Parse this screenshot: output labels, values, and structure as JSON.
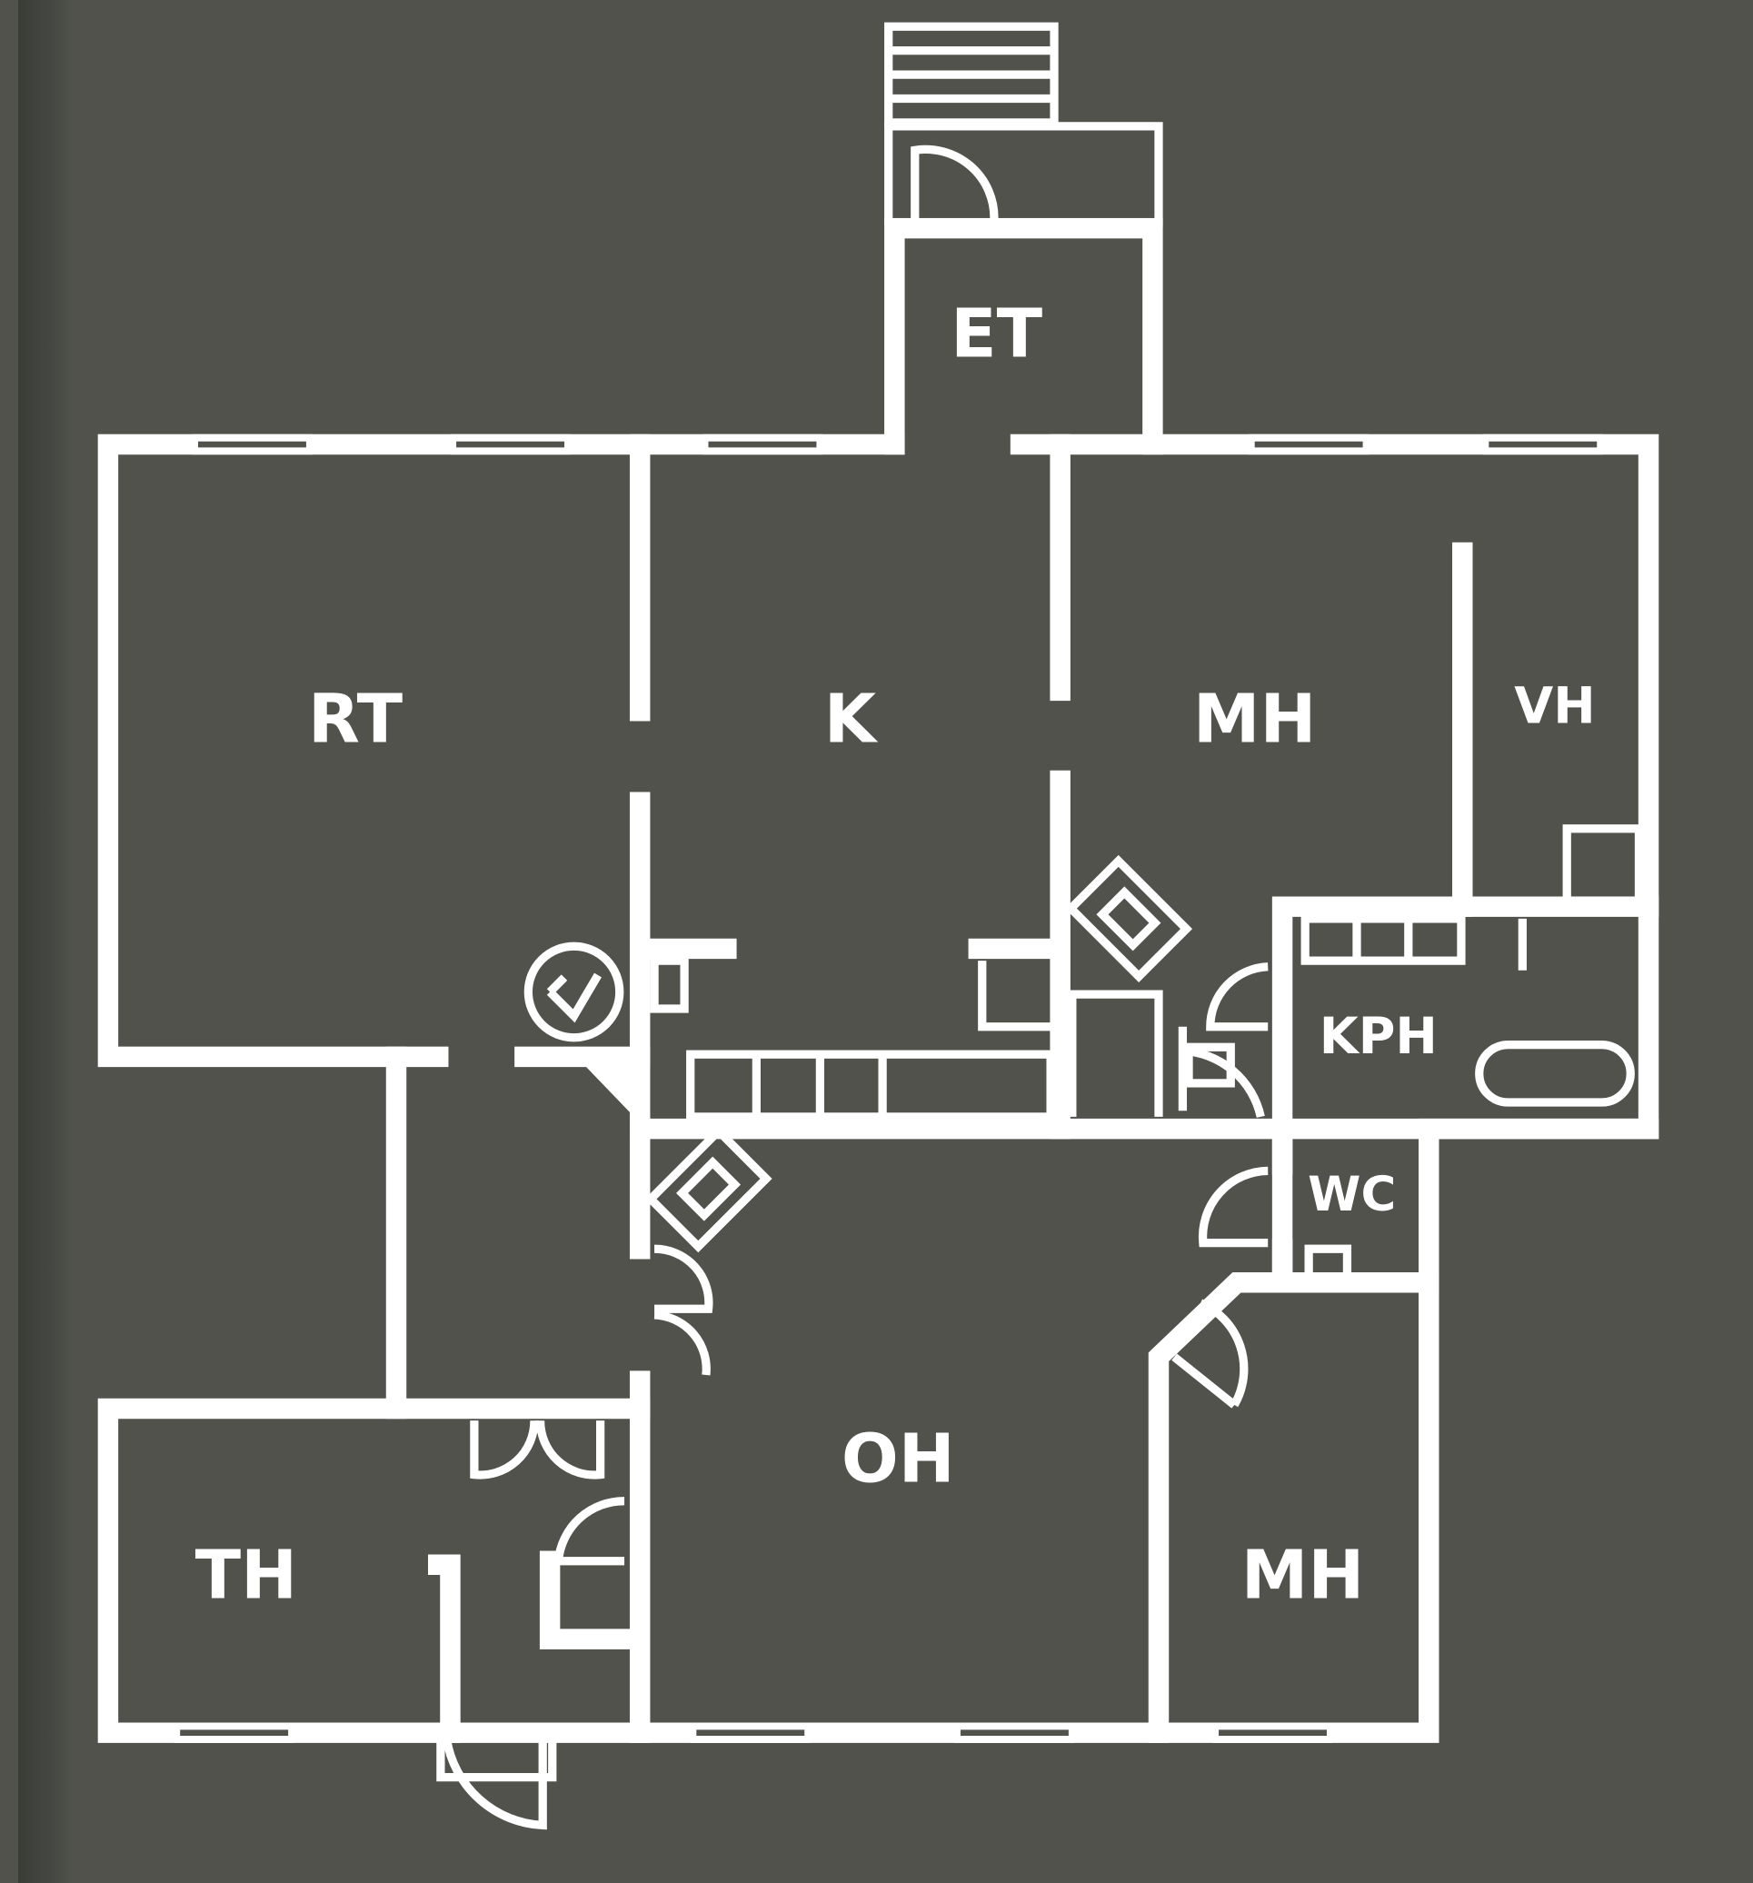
{
  "rooms": {
    "et": "ET",
    "rt": "RT",
    "k": "K",
    "mh1": "MH",
    "vh": "VH",
    "kph": "KPH",
    "wc": "WC",
    "oh": "OH",
    "th": "TH",
    "mh2": "MH"
  },
  "colors": {
    "background": "#50524b",
    "lines": "#ffffff"
  }
}
